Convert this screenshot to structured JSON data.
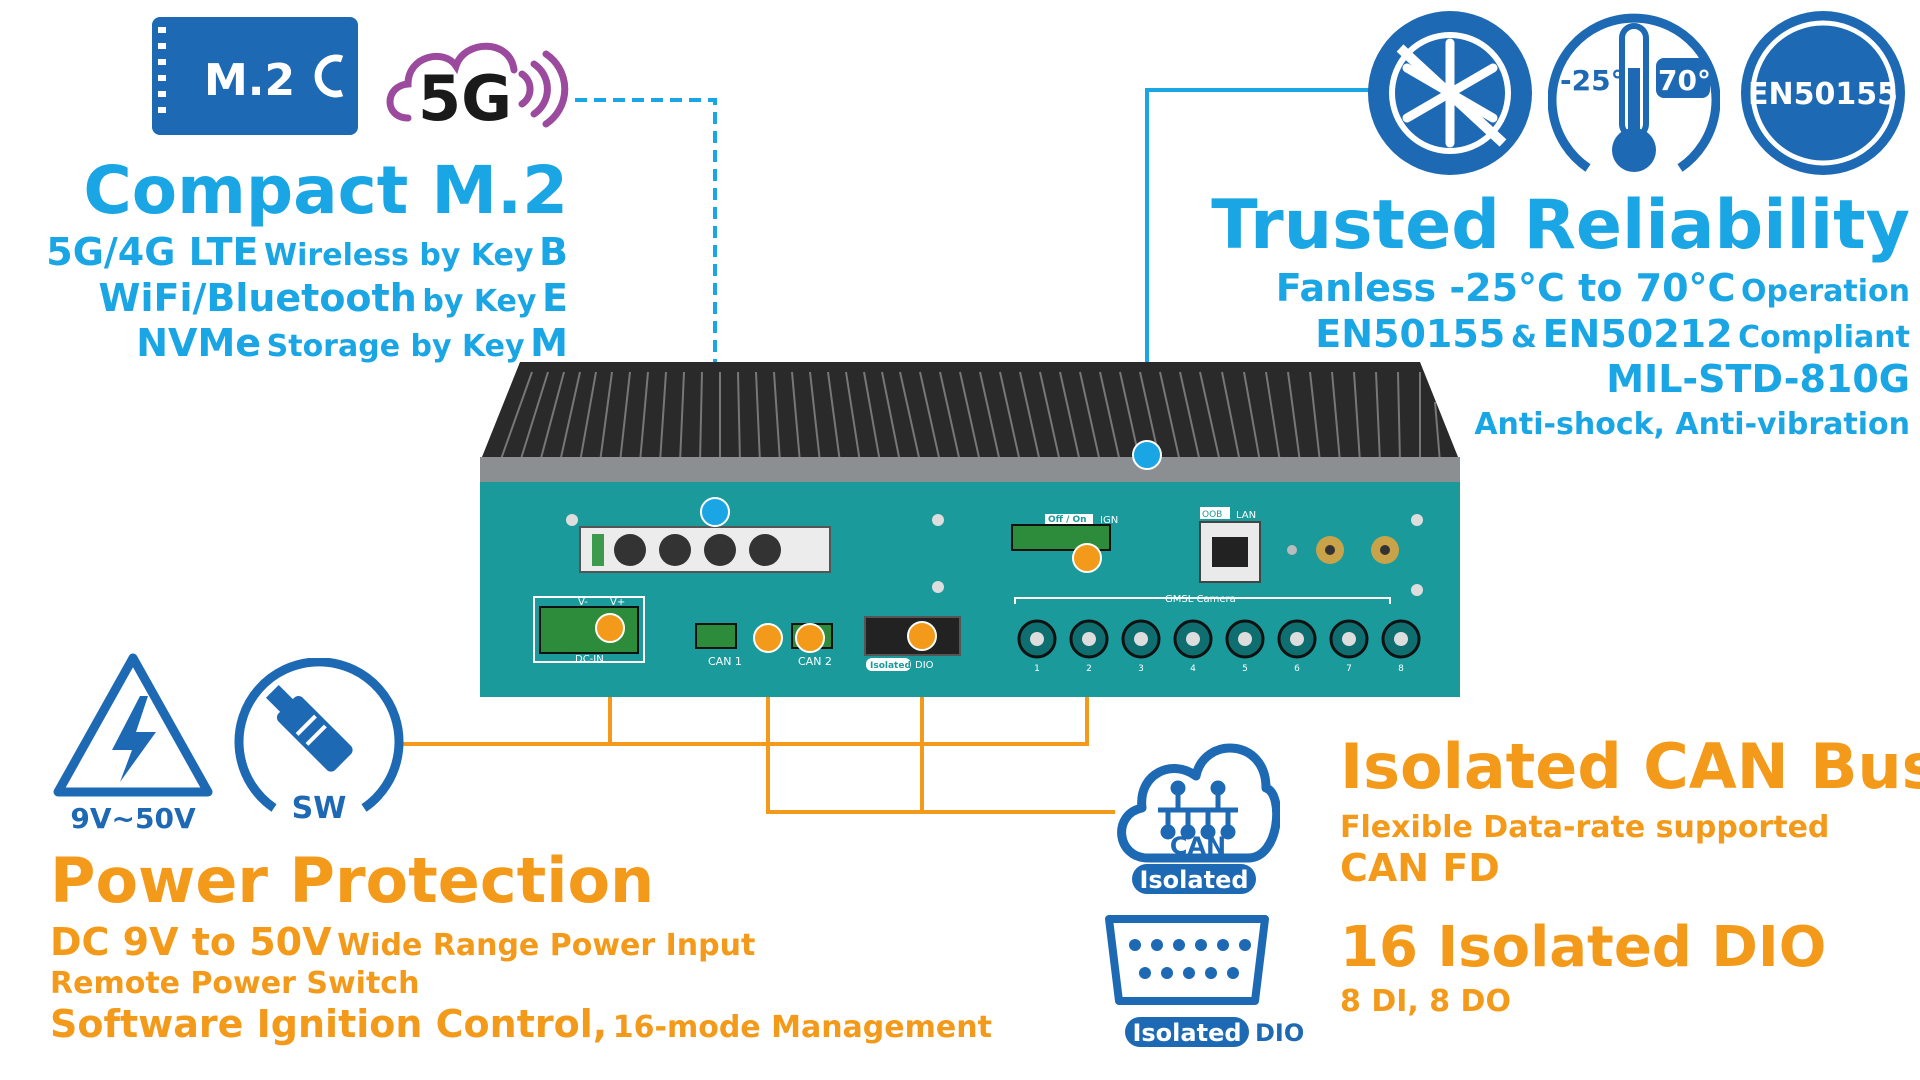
{
  "badges": {
    "m2_label": "M.2",
    "fiveg_label": "5G",
    "temp_low": "-25°",
    "temp_high": "70°",
    "en_label": "EN50155",
    "voltage_label": "9V~50V",
    "sw_label": "SW",
    "can_label": "CAN",
    "can_isolated": "Isolated",
    "dio_isolated": "Isolated",
    "dio_label": "DIO"
  },
  "compact_m2": {
    "title": "Compact M.2",
    "lines": [
      {
        "big": "5G/4G LTE",
        "small": "Wireless by Key",
        "end": "B"
      },
      {
        "big": "WiFi/Bluetooth",
        "small": "by Key",
        "end": "E"
      },
      {
        "big": "NVMe",
        "small": "Storage by Key",
        "end": "M"
      }
    ]
  },
  "reliability": {
    "title": "Trusted Reliability",
    "line1_big": "Fanless -25°C to 70°C",
    "line1_small": "Operation",
    "line2_big1": "EN50155",
    "line2_amp": "&",
    "line2_big2": "EN50212",
    "line2_small": "Compliant",
    "line3": "MIL-STD-810G",
    "line4": "Anti-shock, Anti-vibration"
  },
  "power": {
    "title": "Power Protection",
    "line1_big": "DC 9V to 50V",
    "line1_small": "Wide Range Power Input",
    "line2": "Remote Power Switch",
    "line3_big": "Software Ignition Control,",
    "line3_small": "16-mode Management"
  },
  "can_bus": {
    "title": "Isolated CAN Bus",
    "line1": "Flexible Data-rate supported",
    "line2": "CAN FD"
  },
  "dio": {
    "title": "16 Isolated DIO",
    "line1": "8 DI, 8 DO"
  },
  "device_labels": {
    "off_on": "Off / On",
    "ign": "IGN",
    "oob": "OOB",
    "lan": "LAN",
    "gmsl": "GMSL Camera",
    "dc_in": "DC-IN",
    "v_minus": "V-",
    "v_plus": "V+",
    "can1": "CAN 1",
    "can2": "CAN 2",
    "isolated_dio_tag": "Isolated",
    "dio_tag": "DIO",
    "camera_ports": [
      "1",
      "2",
      "3",
      "4",
      "5",
      "6",
      "7",
      "8"
    ]
  },
  "colors": {
    "accent_blue": "#1aa6e4",
    "icon_blue": "#1d69b3",
    "accent_orange": "#f39a1a",
    "device_teal": "#1a9a9b",
    "heatsink": "#222222",
    "fiveg_purple": "#9b4a9e"
  }
}
